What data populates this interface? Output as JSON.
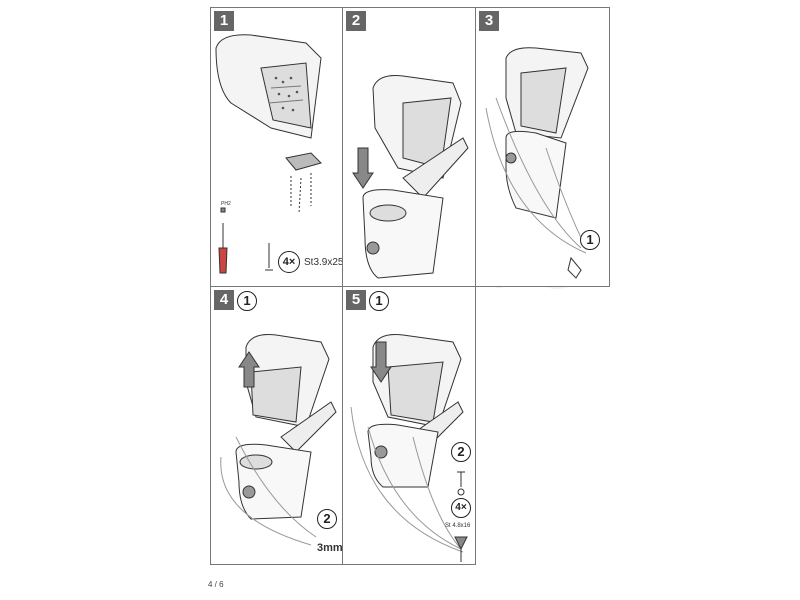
{
  "steps": [
    {
      "number": "1",
      "count": "4×",
      "screw": "St3.9x25",
      "bit": "PH2"
    },
    {
      "number": "2"
    },
    {
      "number": "3",
      "sub": "1"
    },
    {
      "number": "4",
      "sub": "1",
      "sub2": "2",
      "gap": "3mm"
    },
    {
      "number": "5",
      "sub": "1",
      "sub2": "2",
      "count": "4×",
      "screw": "St 4.8x16"
    }
  ],
  "watermark": "AG AUTO",
  "page": "4 / 6"
}
